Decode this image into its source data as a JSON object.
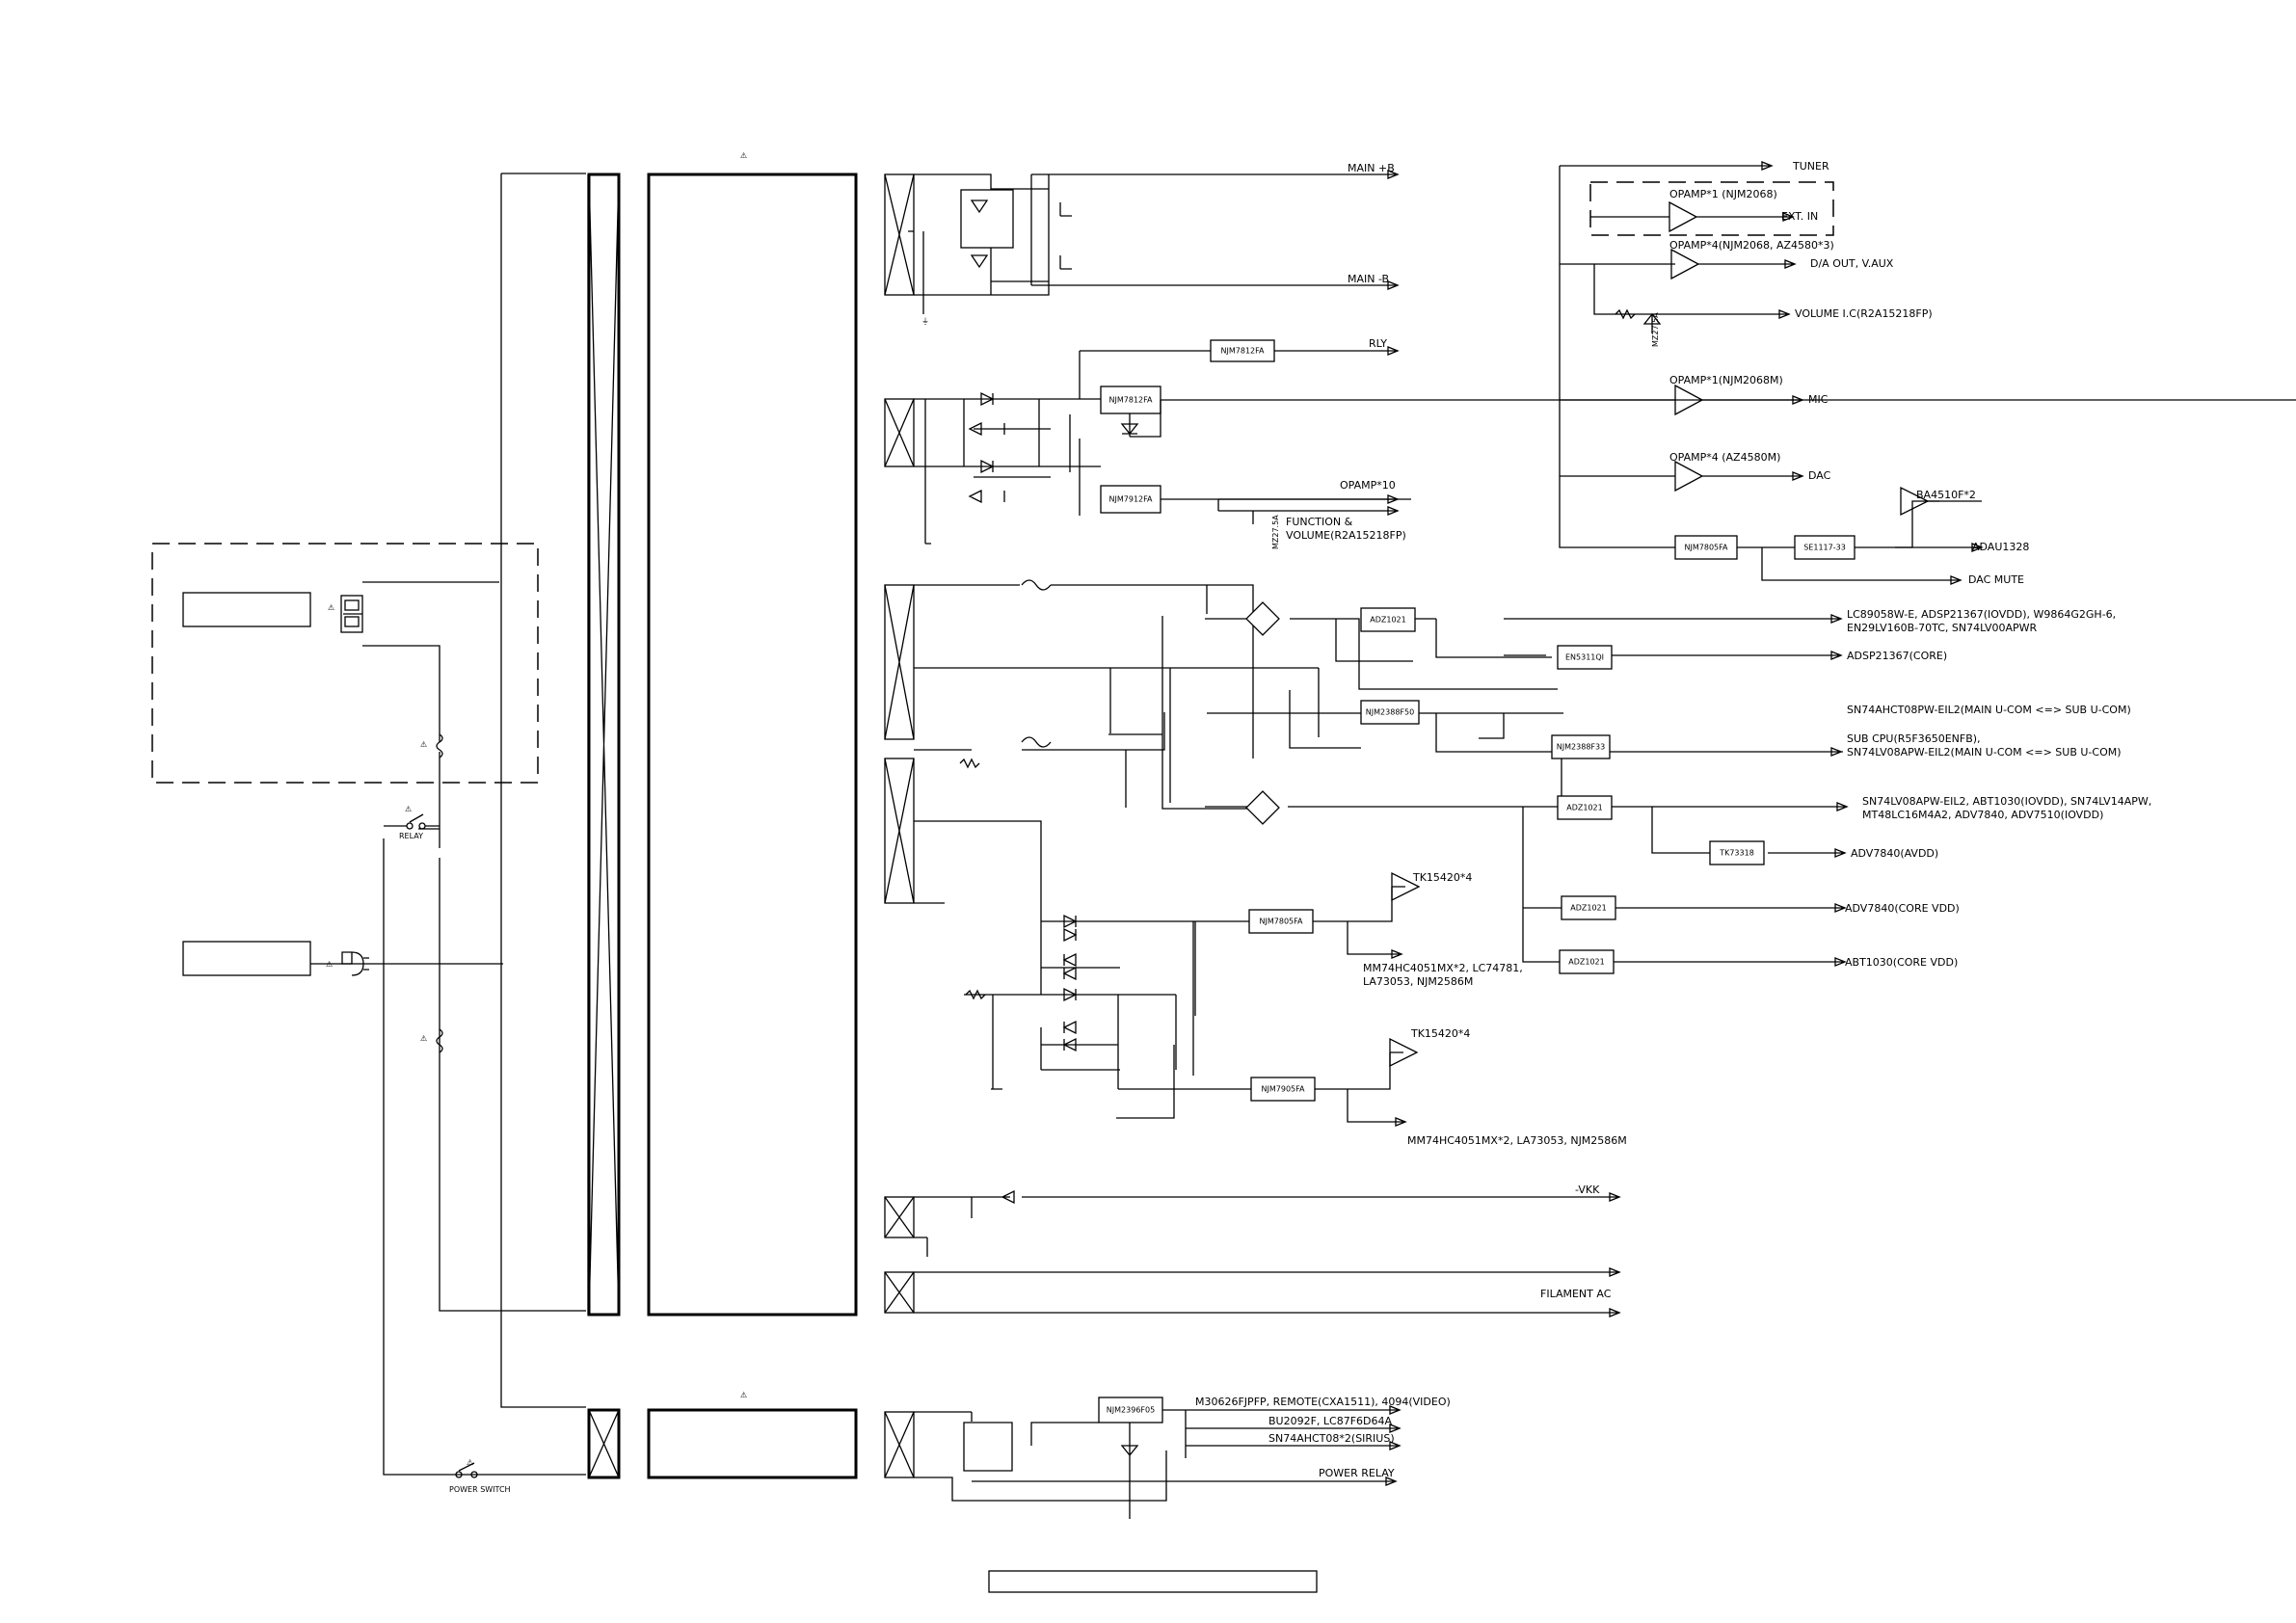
{
  "labels": {
    "main_pos_b": "MAIN +B",
    "main_neg_b": "MAIN -B",
    "rly": "RLY",
    "opamp10": "OPAMP*10",
    "function_volume_1": "FUNCTION &",
    "function_volume_2": "VOLUME(R2A15218FP)",
    "tuner": "TUNER",
    "opamp1_njm2068": "OPAMP*1 (NJM2068)",
    "ext_in": "EXT. IN",
    "opamp4_njm": "OPAMP*4(NJM2068, AZ4580*3)",
    "da_out": "D/A OUT, V.AUX",
    "volume_ic": "VOLUME I.C(R2A15218FP)",
    "opamp1_njm2068m": "OPAMP*1(NJM2068M)",
    "mic": "MIC",
    "opamp4_az": "OPAMP*4 (AZ4580M)",
    "dac": "DAC",
    "ba4510": "BA4510F*2",
    "adau1328": "ADAU1328",
    "dac_mute": "DAC MUTE",
    "lc_line1": "LC89058W-E, ADSP21367(IOVDD), W9864G2GH-6,",
    "lc_line2": "EN29LV160B-70TC, SN74LV00APWR",
    "adsp_core": "ADSP21367(CORE)",
    "sn74ahct08": "SN74AHCT08PW-EIL2(MAIN U-COM <=> SUB U-COM)",
    "sub_cpu": "SUB CPU(R5F3650ENFB),",
    "sn74lv08": "SN74LV08APW-EIL2(MAIN U-COM <=> SUB U-COM)",
    "sn74lv_line1": "SN74LV08APW-EIL2, ABT1030(IOVDD), SN74LV14APW,",
    "sn74lv_line2": "MT48LC16M4A2, ADV7840, ADV7510(IOVDD)",
    "adv7840_avdd": "ADV7840(AVDD)",
    "adv7840_core": "ADV7840(CORE VDD)",
    "abt1030_core": "ABT1030(CORE VDD)",
    "tk15420_a": "TK15420*4",
    "mm74_a1": "MM74HC4051MX*2, LC74781,",
    "mm74_a2": "LA73053, NJM2586M",
    "tk15420_b": "TK15420*4",
    "mm74_b": "MM74HC4051MX*2, LA73053, NJM2586M",
    "vkk": "-VKK",
    "filament": "FILAMENT AC",
    "m30626": "M30626FJPFP, REMOTE(CXA1511), 4094(VIDEO)",
    "bu2092": "BU2092F, LC87F6D64A",
    "sn74ahct08_sirius": "SN74AHCT08*2(SIRIUS)",
    "power_relay": "POWER RELAY",
    "relay": "RELAY",
    "power_switch": "POWER SWITCH",
    "mz27_a": "MZ27.5A",
    "mz27_b": "MZ27.5A"
  },
  "chips": {
    "njm7812fa_top": "NJM7812FA",
    "njm7812fa": "NJM7812FA",
    "njm7912fa": "NJM7912FA",
    "njm7805fa_right": "NJM7805FA",
    "se1117": "SE1117-33",
    "adz1021_a": "ADZ1021",
    "en5311qi": "EN5311QI",
    "njm2388f50": "NJM2388F50",
    "njm2388f33": "NJM2388F33",
    "adz1021_b": "ADZ1021",
    "tk73318": "TK73318",
    "adz1021_c": "ADZ1021",
    "adz1021_d": "ADZ1021",
    "njm7805fa": "NJM7805FA",
    "njm7905fa": "NJM7905FA",
    "njm2396f05": "NJM2396F05"
  }
}
